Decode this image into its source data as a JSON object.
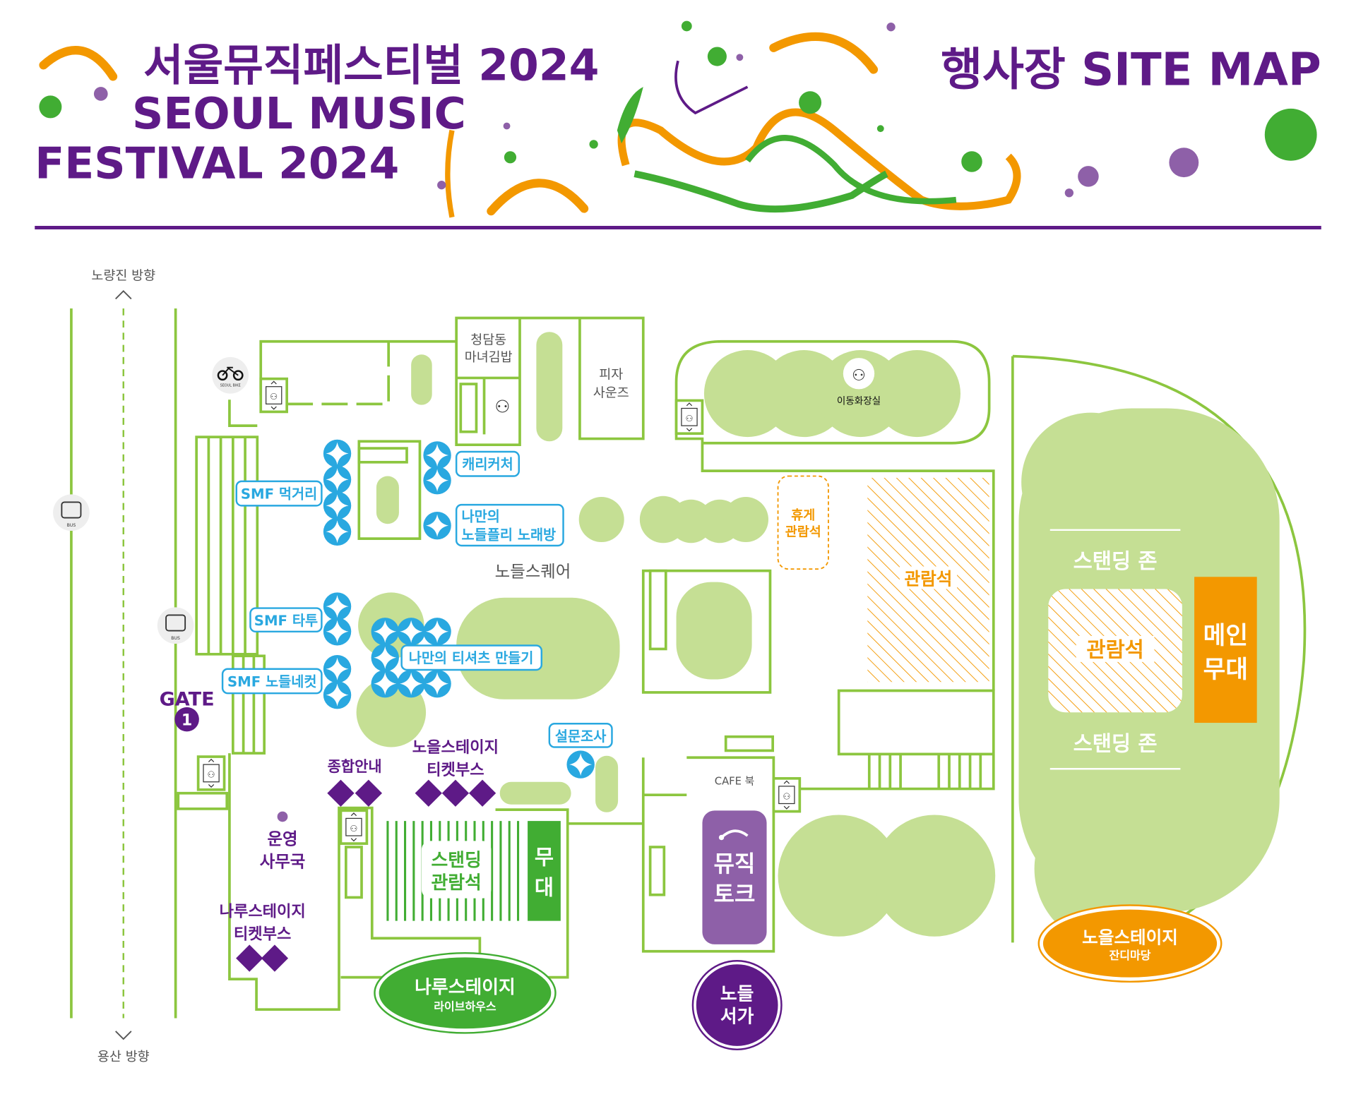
{
  "header": {
    "title_ko": "서울뮤직페스티벌 2024",
    "title_en_line1": "SEOUL MUSIC",
    "title_en_line2": "FESTIVAL 2024",
    "site_map_title": "행사장 SITE MAP"
  },
  "directions": {
    "north": "노량진 방향",
    "south": "용산 방향"
  },
  "icons": {
    "bus_label": "BUS",
    "bike_label": "SEOUL BIKE",
    "elevator": "elevator-icon",
    "restroom": "restroom-icon",
    "booth": "star-booth-icon",
    "ticket": "diamond-icon"
  },
  "gate": {
    "label": "GATE",
    "number": "1"
  },
  "places": {
    "kimbap": [
      "청담동",
      "마녀김밥"
    ],
    "pizza": [
      "피자",
      "사운즈"
    ],
    "mobile_toilet": "이동화장실",
    "square": "노들스퀘어",
    "cafe": "CAFE 북",
    "rest_seats": [
      "휴게",
      "관람석"
    ],
    "seats": "관람석"
  },
  "booths": {
    "food": "SMF 먹거리",
    "caricature": "캐리커처",
    "karaoke": [
      "나만의",
      "노들플리 노래방"
    ],
    "tattoo": "SMF 타투",
    "photo": "SMF 노들네컷",
    "tshirt": "나만의 티셔츠 만들기",
    "survey": "설문조사"
  },
  "info": {
    "general": "종합안내",
    "noeul_ticket": [
      "노을스테이지",
      "티켓부스"
    ],
    "office": [
      "운영",
      "사무국"
    ],
    "naru_ticket": [
      "나루스테이지",
      "티켓부스"
    ]
  },
  "stages": {
    "naru_standing": [
      "스탠딩",
      "관람석"
    ],
    "naru_stage": [
      "무",
      "대"
    ],
    "naru_name": "나루스테이지",
    "naru_sub": "라이브하우스",
    "music_talk": [
      "뮤직",
      "토크"
    ],
    "nodeul_bookshelf": [
      "노들",
      "서가"
    ],
    "standing_zone_top": "스탠딩 존",
    "standing_zone_bottom": "스탠딩 존",
    "main_seats": "관람석",
    "main_stage": [
      "메인",
      "무대"
    ],
    "noeul_name": "노을스테이지",
    "noeul_sub": "잔디마당"
  },
  "colors": {
    "purple": "#5e1a87",
    "line_green": "#8cc63f",
    "tree_green": "#c5df94",
    "stage_green": "#41ad33",
    "booth_blue": "#29a8e0",
    "orange": "#f39800",
    "talk_purple": "#8e60a8"
  }
}
